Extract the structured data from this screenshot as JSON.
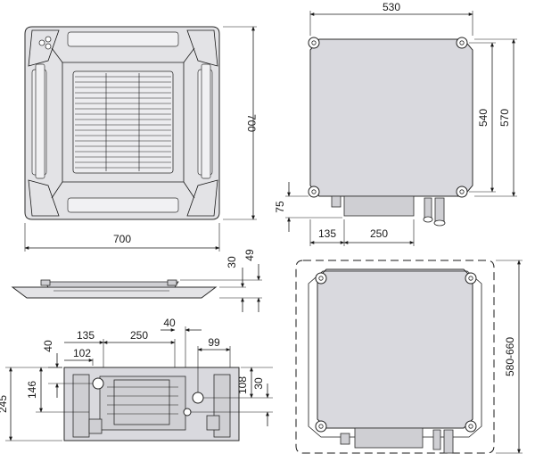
{
  "front_view": {
    "width_label": "700",
    "height_label": "700"
  },
  "top_view": {
    "outer_width": "530",
    "hanger_span_v": "540",
    "outer_height": "570",
    "pipe_height": "75",
    "offset_a": "135",
    "box_width": "250"
  },
  "side_view": {
    "panel_thickness": "30",
    "total_thickness": "49"
  },
  "install_view": {
    "opening_range": "580-660"
  },
  "detail_view": {
    "dim_135": "135",
    "dim_250": "250",
    "dim_40_top": "40",
    "dim_40_left": "40",
    "dim_102": "102",
    "dim_99": "99",
    "dim_146": "146",
    "dim_245": "245",
    "dim_108": "108",
    "dim_30": "30"
  },
  "colors": {
    "body": "#d9d9de",
    "line": "#1a1a1a"
  }
}
